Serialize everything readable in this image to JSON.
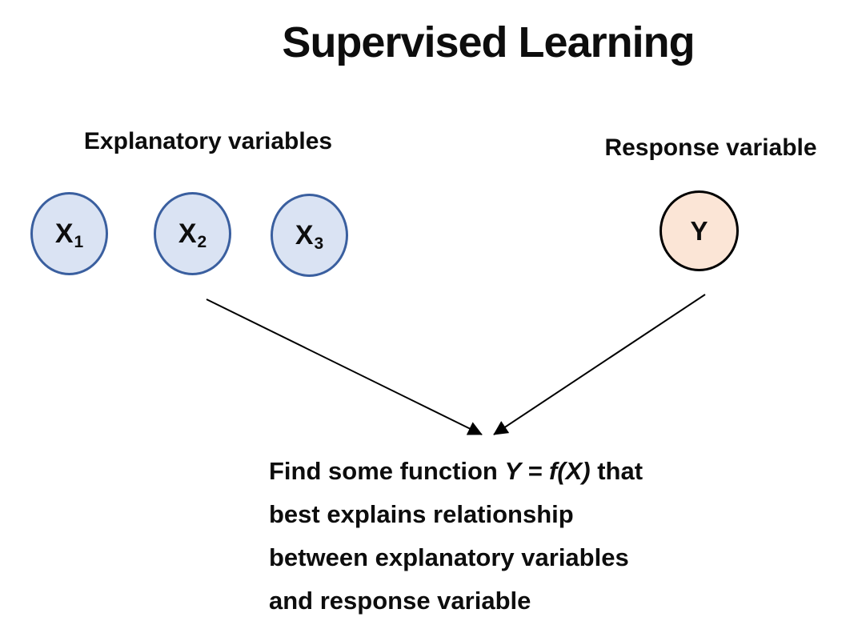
{
  "title": "Supervised Learning",
  "groups": {
    "explanatory": {
      "label": "Explanatory variables",
      "nodes": [
        {
          "label": "X",
          "subscript": "1"
        },
        {
          "label": "X",
          "subscript": "2"
        },
        {
          "label": "X",
          "subscript": "3"
        }
      ]
    },
    "response": {
      "label": "Response variable",
      "node": {
        "label": "Y"
      }
    }
  },
  "caption": {
    "line1_pre": "Find some function ",
    "line1_formula": "Y = f(X)",
    "line1_post": " that",
    "line2": "best explains relationship",
    "line3": "between explanatory variables",
    "line4": "and response variable"
  },
  "colors": {
    "background": "#ffffff",
    "text": "#0d0d0d",
    "x_node_fill": "#dae3f3",
    "x_node_border": "#3a5f9f",
    "y_node_fill": "#fbe5d6",
    "y_node_border": "#000000",
    "arrow": "#000000"
  }
}
